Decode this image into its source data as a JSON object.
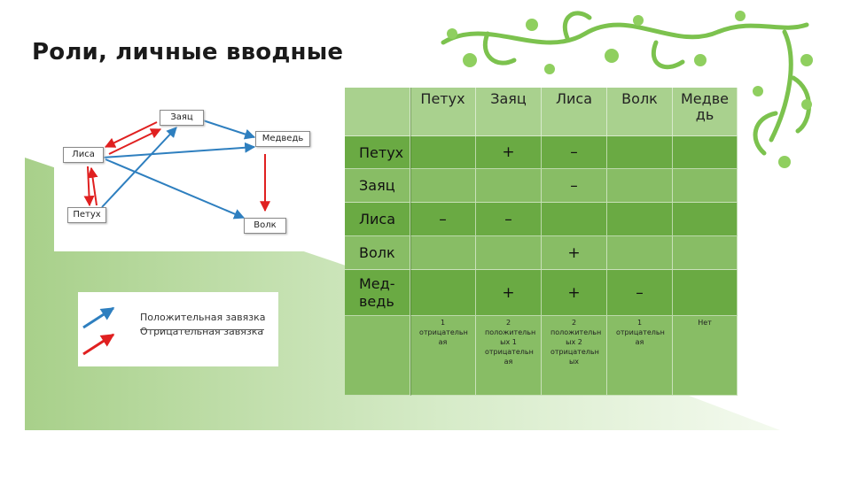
{
  "slide": {
    "title": "Роли, личные вводные"
  },
  "diagram": {
    "nodes": {
      "zayats": "Заяц",
      "medved": "Медведь",
      "lisa": "Лиса",
      "petukh": "Петух",
      "volk": "Волк"
    },
    "legend": {
      "positive": "Положительная завязка",
      "negative": "Отрицательная завязка"
    },
    "colors": {
      "positive": "#2e7fbf",
      "negative": "#e02020"
    }
  },
  "table": {
    "columns": [
      "Петух",
      "Заяц",
      "Лиса",
      "Волк",
      "Медве дь"
    ],
    "rows": [
      {
        "label": "Петух",
        "cells": [
          "",
          "+",
          "–",
          "",
          ""
        ]
      },
      {
        "label": "Заяц",
        "cells": [
          "",
          "",
          "–",
          "",
          ""
        ]
      },
      {
        "label": "Лиса",
        "cells": [
          "–",
          "–",
          "",
          "",
          ""
        ]
      },
      {
        "label": "Волк",
        "cells": [
          "",
          "",
          "+",
          "",
          ""
        ]
      },
      {
        "label": "Мед-ведь",
        "cells": [
          "",
          "+",
          "+",
          "–",
          ""
        ]
      }
    ],
    "summary": [
      "1 отрицательн ая",
      "2 положительн ых 1 отрицательн ая",
      "2 положительн ых 2 отрицательн ых",
      "1 отрицательн ая",
      "Нет"
    ],
    "colors": {
      "green_dark": "#6aaa43",
      "green_mid": "#88bd65",
      "green_light": "#a9d18e"
    }
  }
}
